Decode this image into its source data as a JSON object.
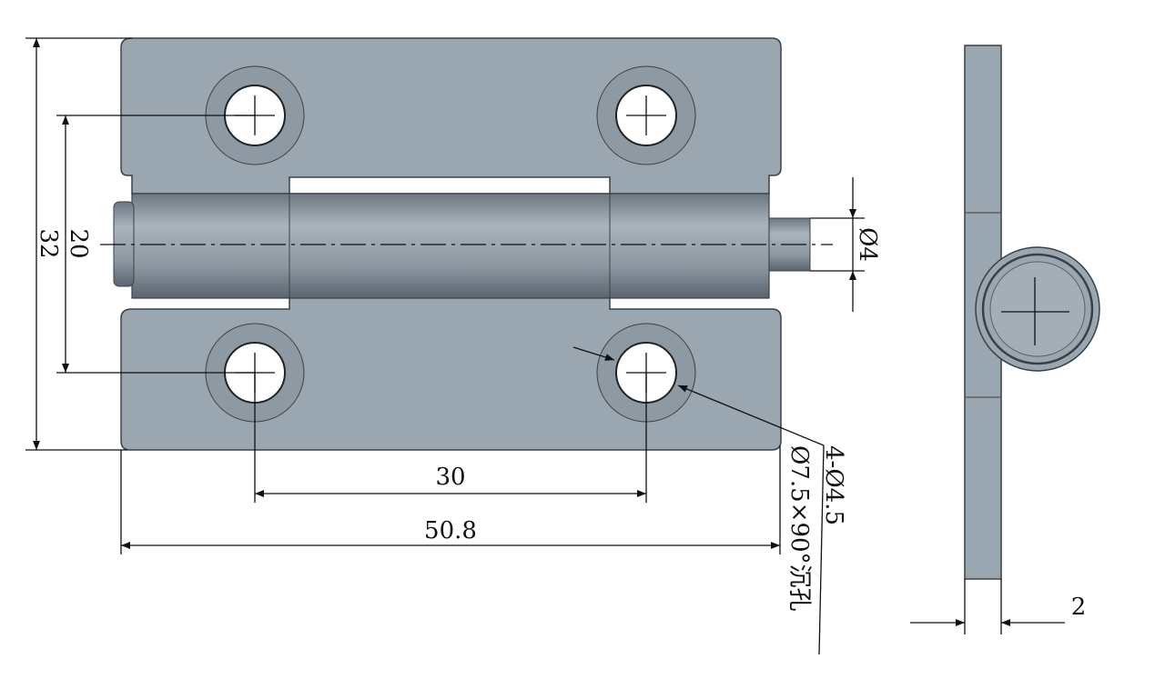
{
  "title": "Hinge technical drawing",
  "dimensions": {
    "height_overall": "32",
    "hole_spacing_vertical": "20",
    "hole_spacing_horizontal": "30",
    "width_overall": "50.8",
    "pin_diameter": "Ø4",
    "hole_spec_line1": "4-Ø4.5",
    "hole_spec_line2": "Ø7.5×90°沉孔",
    "thickness": "2"
  },
  "colors": {
    "part": "#9aa6b0",
    "line": "#111111"
  }
}
